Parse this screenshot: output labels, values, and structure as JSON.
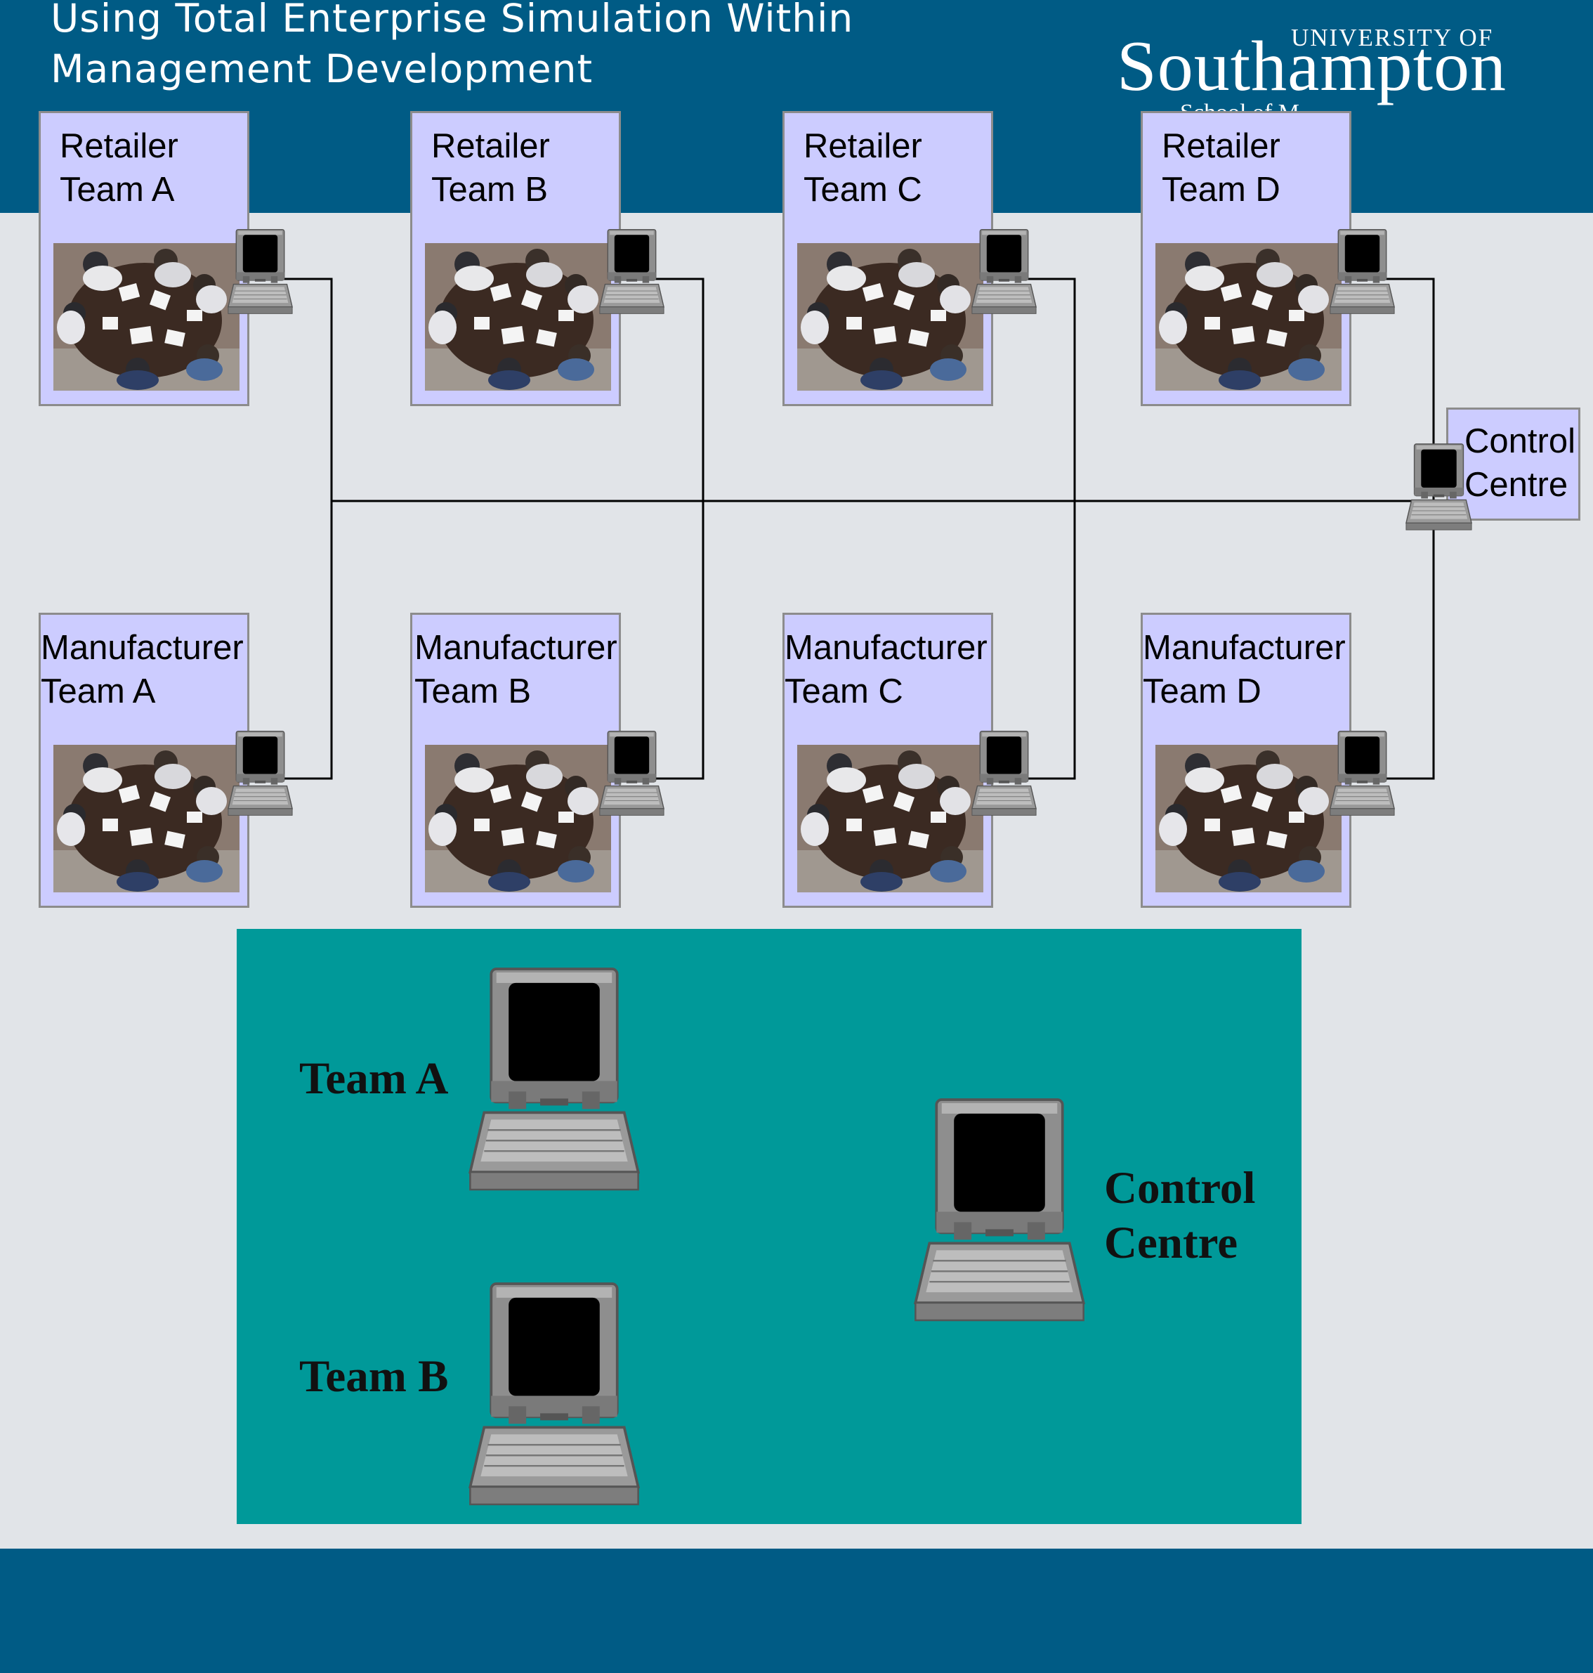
{
  "header": {
    "title_line1": "Using Total Enterprise Simulation Within",
    "title_line2": "Management Development",
    "logo_small": "UNIVERSITY OF",
    "logo_big": "Southampton",
    "logo_sub": "School of M"
  },
  "retailer_teams": [
    {
      "line1": "Retailer",
      "line2": "Team A"
    },
    {
      "line1": "Retailer",
      "line2": "Team B"
    },
    {
      "line1": "Retailer",
      "line2": "Team C"
    },
    {
      "line1": "Retailer",
      "line2": "Team D"
    }
  ],
  "manufacturer_teams": [
    {
      "line1": "Manufacturer",
      "line2": "Team A"
    },
    {
      "line1": "Manufacturer",
      "line2": "Team B"
    },
    {
      "line1": "Manufacturer",
      "line2": "Team C"
    },
    {
      "line1": "Manufacturer",
      "line2": "Team D"
    }
  ],
  "control_centre": {
    "line1": "Control",
    "line2": "Centre"
  },
  "legend": {
    "team_a": "Team A",
    "team_b": "Team B",
    "control_line1": "Control",
    "control_line2": "Centre"
  },
  "colors": {
    "header_band": "#005b85",
    "background": "#e1e4e8",
    "team_box": "#ccccff",
    "legend_panel": "#009999"
  },
  "icons": [
    "laptop-icon",
    "meeting-photo",
    "network-wire"
  ]
}
